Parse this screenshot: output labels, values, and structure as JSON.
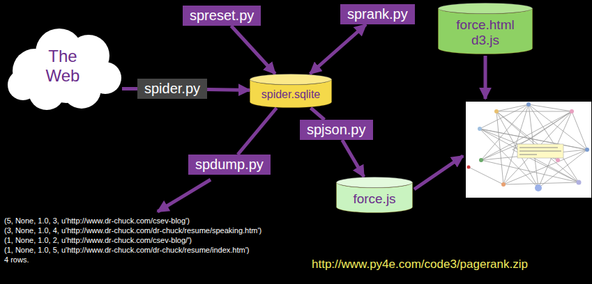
{
  "diagram": {
    "nodes": [
      {
        "text": [
          "The Web"
        ]
      },
      {
        "text": [
          "spider.py"
        ]
      },
      {
        "text": [
          "spider.sqlite"
        ]
      },
      {
        "text": [
          "spreset.py"
        ]
      },
      {
        "text": [
          "sprank.py"
        ]
      },
      {
        "text": [
          "force.html d3.js"
        ]
      },
      {
        "text": [
          "spjson.py"
        ]
      },
      {
        "text": [
          "spdump.py"
        ]
      },
      {
        "text": [
          "force.js"
        ]
      }
    ],
    "edges": [
      {
        "from": 0,
        "to": 1,
        "arrow": "none"
      },
      {
        "from": 1,
        "to": 2,
        "arrow": "to"
      },
      {
        "from": 3,
        "to": 2,
        "arrow": "to"
      },
      {
        "from": 4,
        "to": 2,
        "arrow": "both"
      },
      {
        "from": 2,
        "to": 6,
        "arrow": "none"
      },
      {
        "from": 6,
        "to": 8,
        "arrow": "to"
      },
      {
        "from": 2,
        "to": 7,
        "arrow": "none"
      }
    ],
    "labels": [
      "(5, None, 1.0, 3, u'http://www.dr-chuck.com/csev-blog')",
      "(3, None, 1.0, 4, u'http://www.dr-chuck.com/dr-chuck/resume/speaking.htm')",
      "(1, None, 1.0, 2, u'http://www.dr-chuck.com/csev-blog/')",
      "(1, None, 1.0, 5, u'http://www.dr-chuck.com/dr-chuck/resume/index.htm')",
      "4 rows.",
      "http://www.py4e.com/code3/pagerank.zip"
    ]
  }
}
